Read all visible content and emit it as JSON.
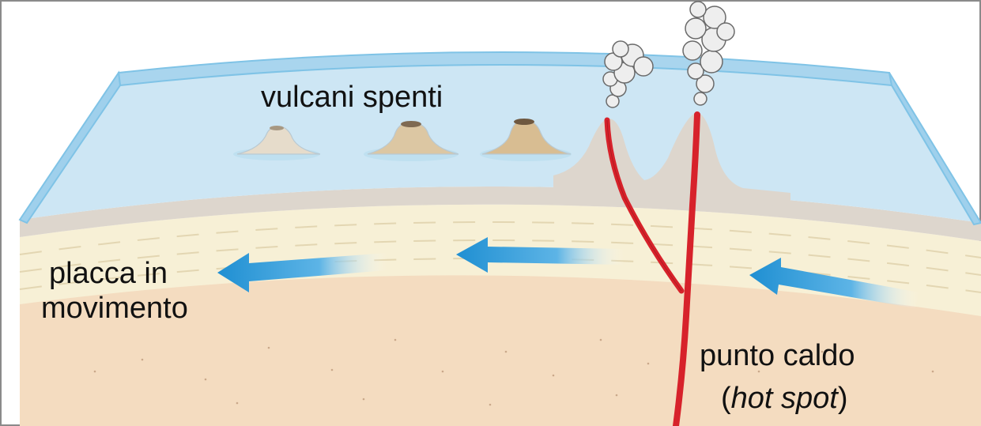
{
  "labels": {
    "extinct_volcanoes": "vulcani spenti",
    "moving_plate_line1": "placca in",
    "moving_plate_line2": "movimento",
    "hot_spot_line1": "punto caldo",
    "hot_spot_open": "(",
    "hot_spot_italic": "hot spot",
    "hot_spot_close": ")"
  },
  "colors": {
    "ocean": "#cde6f4",
    "ocean_edge": "#7fc3e6",
    "crust": "#ddd6cd",
    "lithosphere": "#f7f0d6",
    "mantle": "#f4dcc0",
    "magma": "#d7222b",
    "arrow": "#2a9ad6",
    "smoke": "#eeeeee"
  }
}
